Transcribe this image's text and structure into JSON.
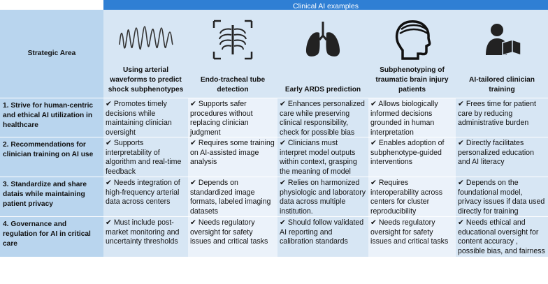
{
  "banner": "Clinical AI examples",
  "strategic_area_label": "Strategic Area",
  "columns": [
    {
      "title": "Using arterial waveforms to predict shock subphenotypes",
      "icon": "waveform-icon"
    },
    {
      "title": "Endo-tracheal tube detection",
      "icon": "chest-xray-icon"
    },
    {
      "title": "Early ARDS prediction",
      "icon": "lungs-icon"
    },
    {
      "title": "Subphenotyping of traumatic brain injury patients",
      "icon": "head-injury-icon"
    },
    {
      "title": "AI-tailored clinician training",
      "icon": "reader-icon"
    }
  ],
  "rows": [
    {
      "label": "1. Strive for human-centric and ethical AI utilization in healthcare",
      "cells": [
        "✔ Promotes timely decisions while maintaining clinician oversight",
        "✔ Supports safer procedures without replacing clinician judgment",
        "✔ Enhances personalized care while preserving clinical responsibility, check for possible bias",
        "✔ Allows biologically informed decisions grounded in human interpretation",
        "✔ Frees time for patient care by reducing administrative burden"
      ]
    },
    {
      "label": "2. Recommendations for clinician training on AI use",
      "cells": [
        "✔ Supports interpretability of algorithm and real-time feedback",
        "✔ Requires some training on AI-assisted image analysis",
        "✔ Clinicians must interpret model outputs within context, grasping the meaning of model accuracy",
        "✔ Enables adoption of subphenotype-guided interventions",
        "✔ Directly facilitates personalized education and AI literacy"
      ]
    },
    {
      "label": "3. Standardize and share datais while maintaining patient privacy",
      "cells": [
        "✔ Needs integration of high-frequency arterial data across centers",
        "✔ Depends on standardized image formats, labeled imaging datasets",
        "✔ Relies on harmonized physiologic and laboratory data across multiple institution.",
        "✔ Requires interoperability across centers for cluster reproducibility",
        "✔ Depends on the foundational model, privacy issues if data used directly for training"
      ]
    },
    {
      "label": "4. Governance and regulation for AI in critical care",
      "cells": [
        "✔ Must include post-market monitoring and uncertainty thresholds",
        "✔ Needs regulatory oversight for safety issues and critical tasks",
        "✔ Should follow validated AI reporting and calibration standards",
        "✔ Needs regulatory oversight for safety issues and critical tasks",
        "✔ Needs ethical and educational oversight for content accuracy , possible bias, and fairness"
      ]
    }
  ]
}
